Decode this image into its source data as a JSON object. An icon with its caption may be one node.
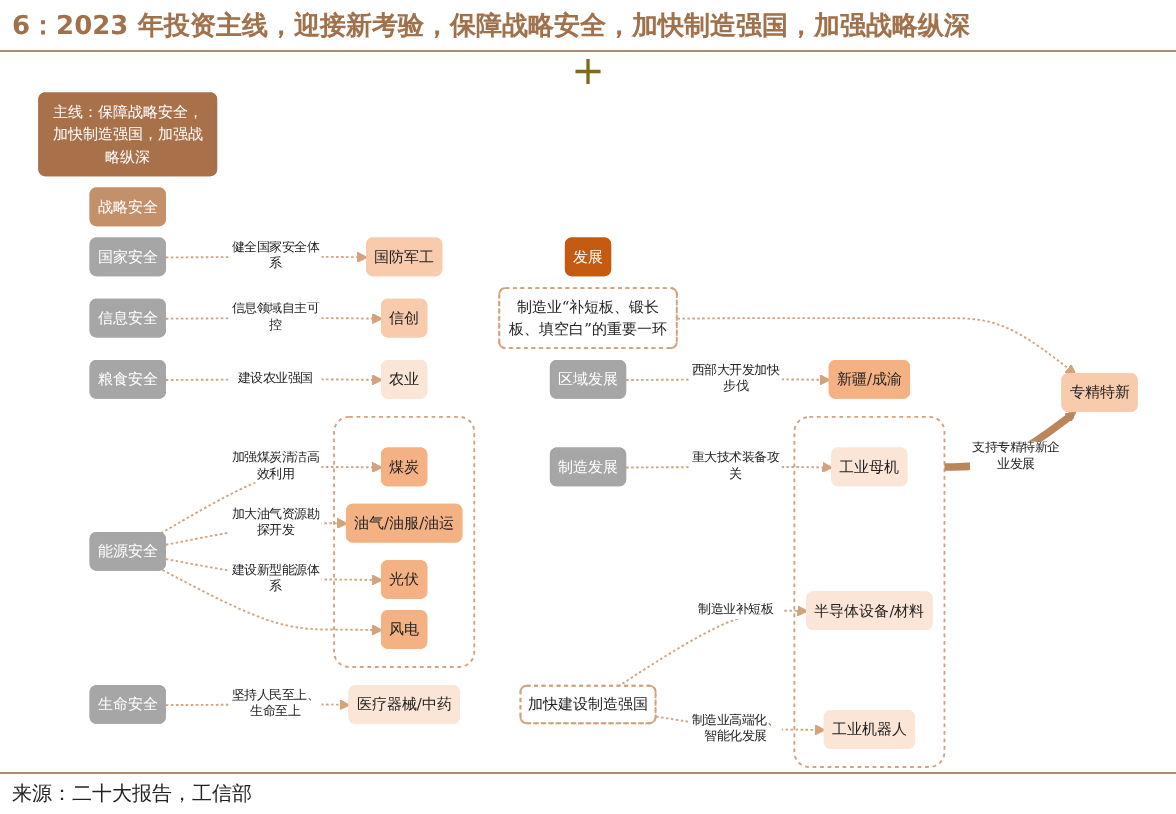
{
  "diagram": {
    "title": "6：2023 年投资主线，迎接新考验，保障战略安全，加快制造强国，加强战略纵深",
    "caption": "来源：二十大报告，工信部",
    "nodes": [
      {
        "text": [
          "主线：保障战略安全，加快制造强国，加强战略纵深"
        ]
      },
      {
        "text": [
          "战略安全"
        ]
      },
      {
        "text": [
          "发展"
        ]
      },
      {
        "text": [
          "国家安全"
        ]
      },
      {
        "text": [
          "信息安全"
        ]
      },
      {
        "text": [
          "粮食安全"
        ]
      },
      {
        "text": [
          "能源安全"
        ]
      },
      {
        "text": [
          "生命安全"
        ]
      },
      {
        "text": [
          "国防军工"
        ]
      },
      {
        "text": [
          "信创"
        ]
      },
      {
        "text": [
          "农业"
        ]
      },
      {
        "text": [],
        "shape": "box"
      },
      {
        "text": [
          "煤炭"
        ],
        "in": 11
      },
      {
        "text": [
          "油气/油服/油运"
        ],
        "in": 11
      },
      {
        "text": [
          "光伏"
        ],
        "in": 11
      },
      {
        "text": [
          "风电"
        ],
        "in": 11
      },
      {
        "text": [
          "医疗器械/中药"
        ]
      },
      {
        "text": [
          "制造发展"
        ]
      },
      {
        "text": [
          "加快建设制造强国"
        ]
      },
      {
        "text": [],
        "shape": "box"
      },
      {
        "text": [
          "工业母机"
        ],
        "in": 19
      },
      {
        "text": [
          "半导体设备/材料"
        ],
        "in": 19
      },
      {
        "text": [
          "工业机器人"
        ],
        "in": 19
      },
      {
        "text": [
          "制造业“补短板、锻长板、填空白”的重要一环"
        ]
      },
      {
        "text": [
          "专精特新"
        ]
      },
      {
        "text": [
          "区域发展"
        ]
      },
      {
        "text": [
          "新疆/成渝"
        ]
      }
    ],
    "edges": [
      {
        "from": 3,
        "to": 8,
        "arrow": "to",
        "label": "健全国家安全体系",
        "style": "dashed"
      },
      {
        "from": 4,
        "to": 9,
        "arrow": "to",
        "label": "信息领域自主可控",
        "style": "dashed"
      },
      {
        "from": 5,
        "to": 10,
        "arrow": "to",
        "label": "建设农业强国",
        "style": "dashed"
      },
      {
        "from": 6,
        "to": 12,
        "arrow": "to",
        "label": "加强煤炭清洁高效利用",
        "style": "dashed"
      },
      {
        "from": 6,
        "to": 13,
        "arrow": "to",
        "label": "加大油气资源勘探开发",
        "style": "dashed"
      },
      {
        "from": 6,
        "to": 14,
        "arrow": "to",
        "label": "建设新型能源体系",
        "style": "dashed"
      },
      {
        "from": 6,
        "to": 15,
        "arrow": "to",
        "style": "dashed"
      },
      {
        "from": 7,
        "to": 16,
        "arrow": "to",
        "label": "坚持人民至上、生命至上",
        "style": "dashed"
      },
      {
        "from": 17,
        "to": 20,
        "arrow": "to",
        "label": "重大技术装备攻关",
        "style": "dashed"
      },
      {
        "from": 18,
        "to": 21,
        "arrow": "to",
        "label": "制造业补短板",
        "style": "dashed"
      },
      {
        "from": 18,
        "to": 22,
        "arrow": "to",
        "label": "制造业高端化、智能化发展",
        "style": "dashed"
      },
      {
        "from": 19,
        "to": 24,
        "arrow": "to",
        "label": "支持专精特新企业发展",
        "style": "thick",
        "color": "#b9875b"
      },
      {
        "from": 23,
        "to": 24,
        "arrow": "to",
        "style": "dashed"
      },
      {
        "from": 25,
        "to": 26,
        "arrow": "to",
        "label": "西部大开发加快步伐",
        "style": "dashed"
      }
    ],
    "labels": [
      "+"
    ]
  }
}
